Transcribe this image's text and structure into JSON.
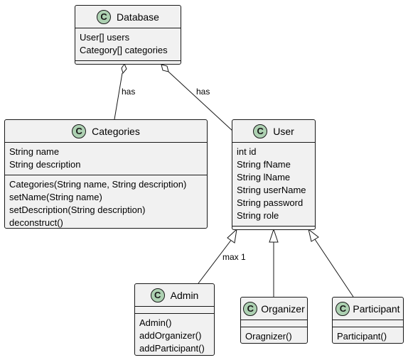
{
  "classes": {
    "database": {
      "stereotype": "C",
      "name": "Database",
      "fields": [
        "User[] users",
        "Category[] categories"
      ],
      "methods": []
    },
    "categories": {
      "stereotype": "C",
      "name": "Categories",
      "fields": [
        "String name",
        "String description"
      ],
      "methods": [
        "Categories(String name, String description)",
        "setName(String name)",
        "setDescription(String description)",
        "deconstruct()"
      ]
    },
    "user": {
      "stereotype": "C",
      "name": "User",
      "fields": [
        "int id",
        "String fName",
        "String lName",
        "String userName",
        "String password",
        "String role"
      ],
      "methods": []
    },
    "admin": {
      "stereotype": "C",
      "name": "Admin",
      "fields": [],
      "methods": [
        "Admin()",
        "addOrganizer()",
        "addParticipant()"
      ]
    },
    "organizer": {
      "stereotype": "C",
      "name": "Organizer",
      "fields": [],
      "methods": [
        "Oragnizer()"
      ]
    },
    "participant": {
      "stereotype": "C",
      "name": "Participant",
      "fields": [],
      "methods": [
        "Participant()"
      ]
    }
  },
  "relations": {
    "db_categories": {
      "type": "aggregation",
      "label": "has"
    },
    "db_user": {
      "type": "aggregation",
      "label": "has"
    },
    "admin_user": {
      "type": "inheritance",
      "label": "max 1"
    },
    "organizer_user": {
      "type": "inheritance",
      "label": ""
    },
    "participant_user": {
      "type": "inheritance",
      "label": ""
    }
  },
  "colors": {
    "box_fill": "#f1f1f1",
    "border": "#181818",
    "badge": "#add1b2"
  }
}
